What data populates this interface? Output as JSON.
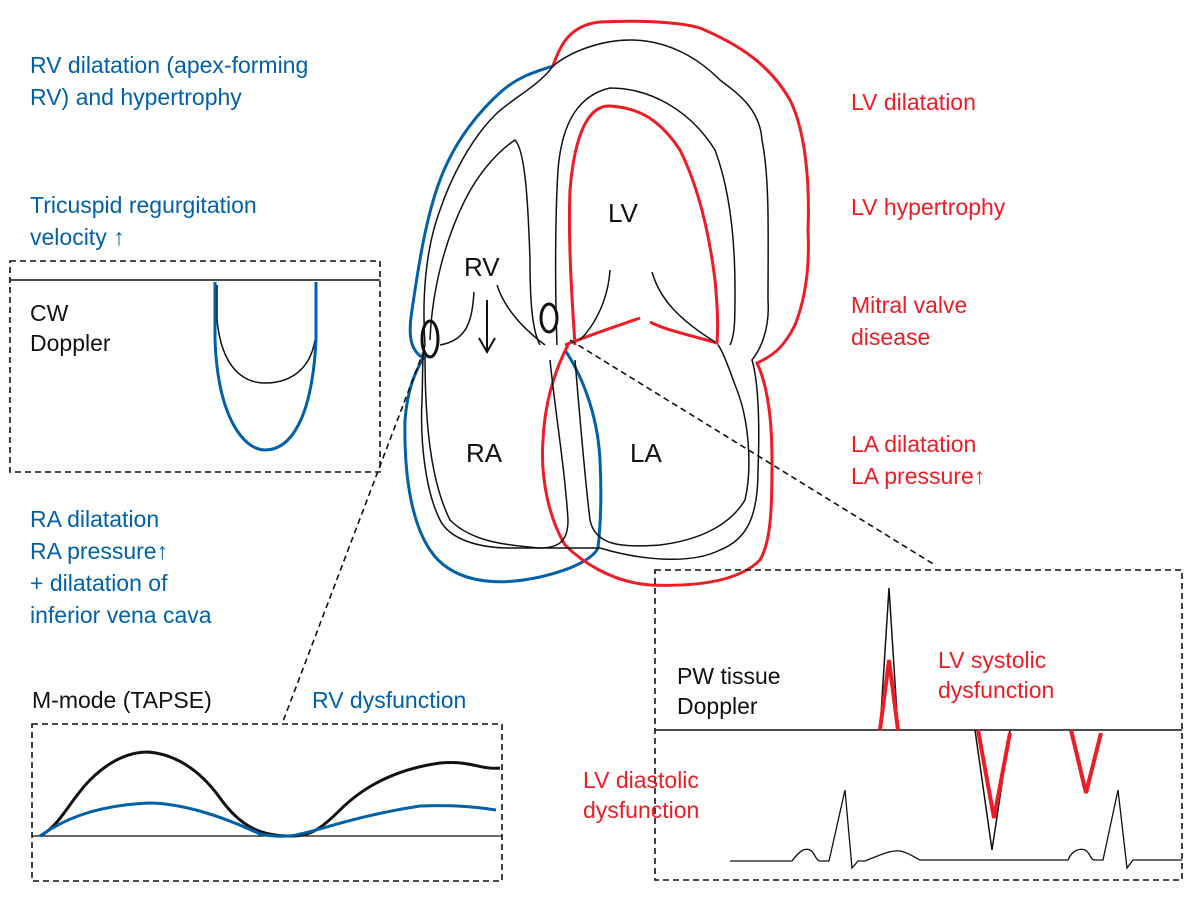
{
  "colors": {
    "right_heart": "#0060a8",
    "left_heart": "#ee1c25",
    "outline": "#111111"
  },
  "chambers": {
    "rv": "RV",
    "lv": "LV",
    "ra": "RA",
    "la": "LA"
  },
  "left_annotations": {
    "rv_dilatation": [
      "RV dilatation (apex-forming",
      "RV) and hypertrophy"
    ],
    "tricuspid": [
      "Tricuspid regurgitation",
      "velocity ↑"
    ],
    "ra": [
      "RA dilatation",
      "RA pressure↑",
      "+ dilatation of",
      "inferior vena cava"
    ]
  },
  "right_annotations": {
    "lv_dilatation": "LV dilatation",
    "lv_hypertrophy": "LV hypertrophy",
    "mitral": [
      "Mitral valve",
      "disease"
    ],
    "la": [
      "LA dilatation",
      "LA pressure↑"
    ]
  },
  "insets": {
    "cw_doppler": {
      "label": [
        "CW",
        "Doppler"
      ]
    },
    "mmode": {
      "title": "M-mode (TAPSE)",
      "annotation": "RV dysfunction"
    },
    "pw_tissue": {
      "label": [
        "PW tissue",
        "Doppler"
      ],
      "systolic": [
        "LV systolic",
        "dysfunction"
      ],
      "diastolic": [
        "LV diastolic",
        "dysfunction"
      ]
    }
  },
  "icons": {
    "down_arrow": "down-arrow-icon"
  }
}
